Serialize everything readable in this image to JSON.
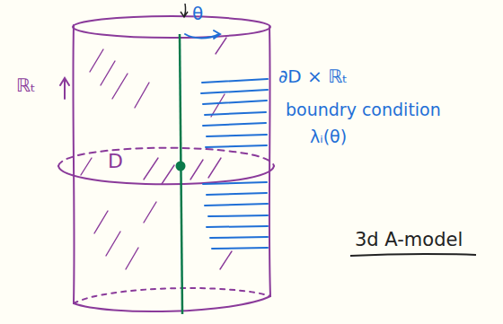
{
  "diagram": {
    "labels": [
      "ℝₜ",
      "θ",
      "D",
      "∂D × ℝₜ",
      "boundry condition",
      "λᵢ(θ)",
      "3d A-model"
    ]
  }
}
